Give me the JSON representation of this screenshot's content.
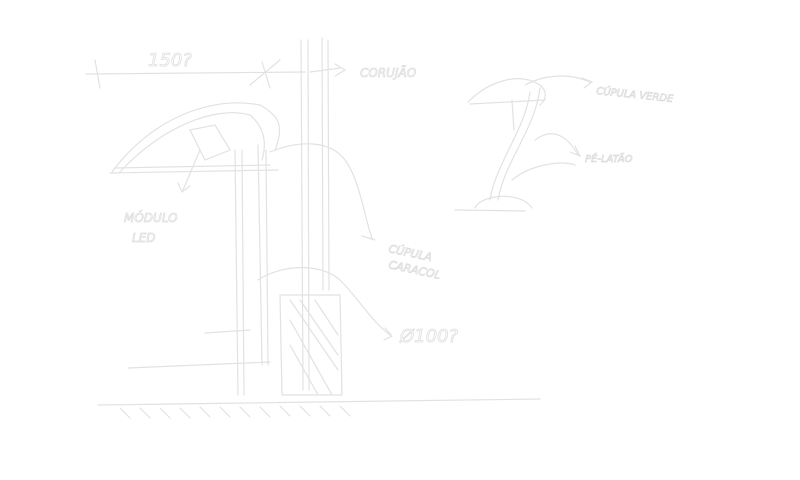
{
  "sketch": {
    "labels": {
      "width_dim": "150?",
      "corujao": "CORUJÃO",
      "modulo_led_1": "MÓDULO",
      "modulo_led_2": "LED",
      "cupula_caracol_1": "CÚPULA",
      "cupula_caracol_2": "CARACOL",
      "diameter": "Ø100?",
      "cupula_verde": "CÚPULA VERDE",
      "pe_latao": "PÉ-LATÃO"
    },
    "stroke_color": "#e2e2e2",
    "background": "#ffffff"
  }
}
